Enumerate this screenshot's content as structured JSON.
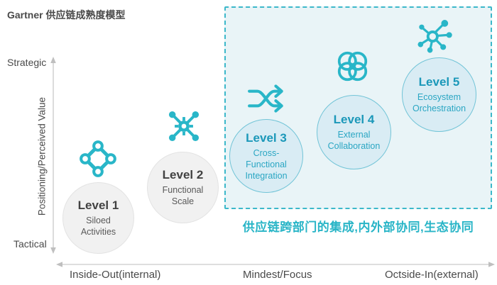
{
  "title": "Gartner 供应链成熟度模型",
  "y_axis": {
    "top_label": "Strategic",
    "bottom_label": "Tactical",
    "axis_label": "Positioning/Perceived Value"
  },
  "x_axis": {
    "labels": [
      "Inside-Out(internal)",
      "Mindest/Focus",
      "Octside-In(external)"
    ]
  },
  "annotation": "供应链跨部门的集成,内外部协同,生态协同",
  "levels": [
    {
      "name": "Level 1",
      "subtitle": "Siloed Activities",
      "icon": "linked-nodes-diamond-icon",
      "theme": "gray"
    },
    {
      "name": "Level 2",
      "subtitle": "Functional Scale",
      "icon": "gear-network-icon",
      "theme": "gray"
    },
    {
      "name": "Level 3",
      "subtitle": "Cross-Functional Integration",
      "icon": "shuffle-arrows-icon",
      "theme": "teal"
    },
    {
      "name": "Level 4",
      "subtitle": "External Collaboration",
      "icon": "overlapping-circles-icon",
      "theme": "teal"
    },
    {
      "name": "Level 5",
      "subtitle": "Ecosystem Orchestration",
      "icon": "hub-network-icon",
      "theme": "teal"
    }
  ],
  "colors": {
    "teal_icon": "#29b6c8",
    "box_fill": "#e9f4f7",
    "box_border": "#3cb8ca",
    "teal_circle_fill": "#d9ecf4",
    "teal_circle_border": "#72c4d7",
    "teal_text": "#1b98b9",
    "gray_circle_fill": "#f1f1f1",
    "gray_circle_border": "#e3e3e3",
    "dark_text": "#4a4a4a",
    "annotation_text": "#29b5c7",
    "axis_gray": "#c9c9c9"
  }
}
